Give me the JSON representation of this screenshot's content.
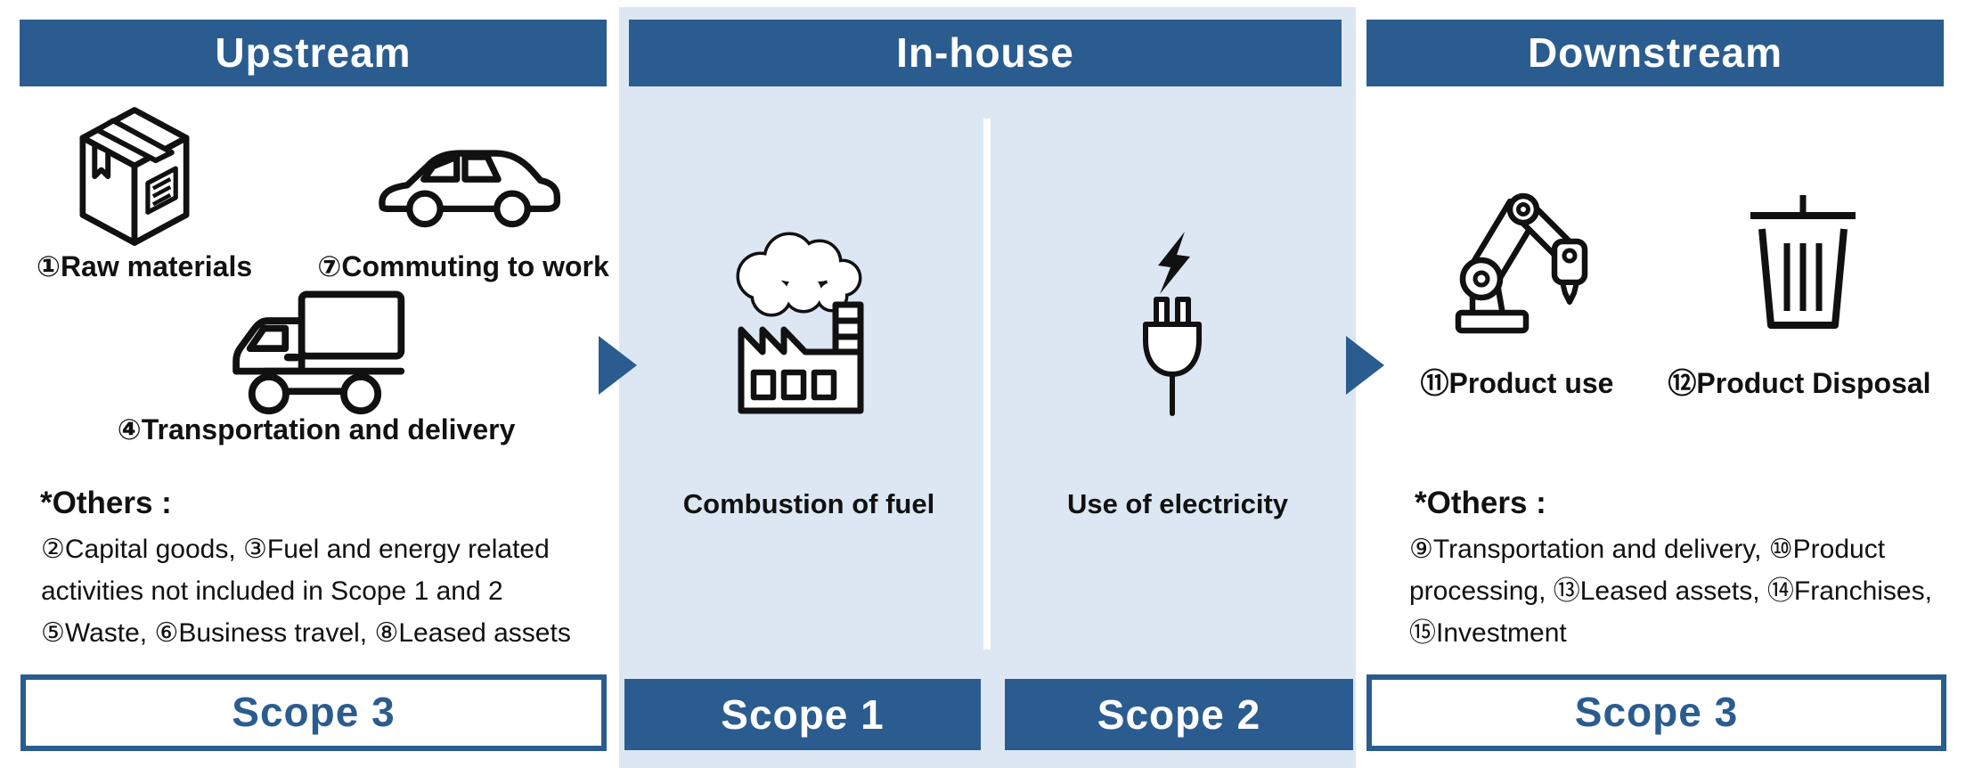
{
  "colors": {
    "primary_blue": "#2b5c8f",
    "panel_blue": "#dce7f3",
    "text": "#111111",
    "background": "#ffffff"
  },
  "upstream": {
    "title": "Upstream",
    "items": [
      {
        "icon": "box-icon",
        "label": "①Raw materials"
      },
      {
        "icon": "car-icon",
        "label": "⑦Commuting to work"
      },
      {
        "icon": "truck-icon",
        "label": "④Transportation and delivery"
      }
    ],
    "others_heading": "*Others :",
    "others_lines": [
      "②Capital goods, ③Fuel and energy related",
      "activities not included in Scope 1 and 2",
      "⑤Waste, ⑥Business travel, ⑧Leased assets"
    ],
    "scope": "Scope 3"
  },
  "inhouse": {
    "title": "In-house",
    "left": {
      "icon": "factory-icon",
      "label": "Combustion of fuel",
      "scope": "Scope 1"
    },
    "right": {
      "icon": "plug-icon",
      "label": "Use of electricity",
      "scope": "Scope 2"
    }
  },
  "downstream": {
    "title": "Downstream",
    "items": [
      {
        "icon": "robot-arm-icon",
        "label": "⑪Product use"
      },
      {
        "icon": "trash-icon",
        "label": "⑫Product Disposal"
      }
    ],
    "others_heading": "*Others :",
    "others_lines": [
      "⑨Transportation and delivery, ⑩Product",
      "processing, ⑬Leased assets, ⑭Franchises,",
      "⑮Investment"
    ],
    "scope": "Scope 3"
  }
}
